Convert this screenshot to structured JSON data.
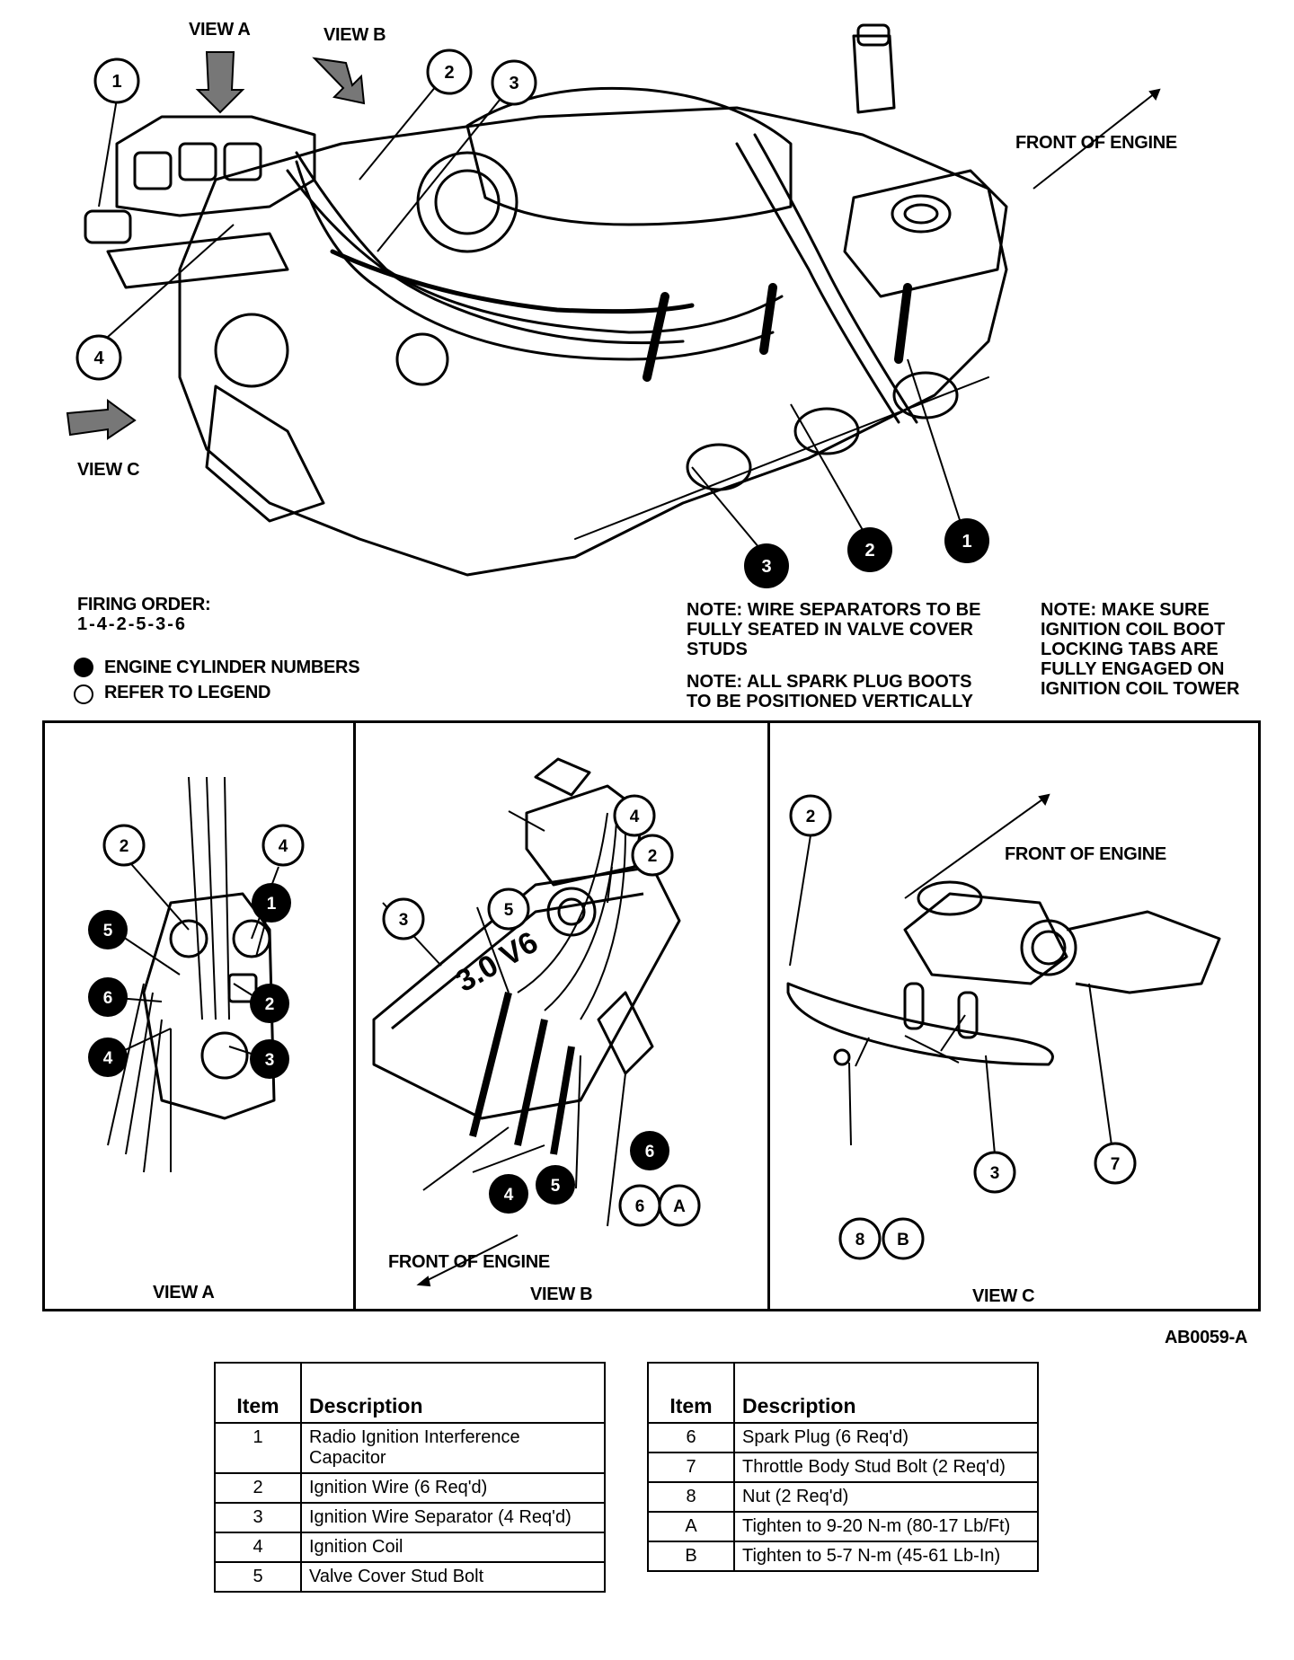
{
  "labels": {
    "view_a": "VIEW A",
    "view_b": "VIEW B",
    "view_c": "VIEW C",
    "front_of_engine": "FRONT OF ENGINE",
    "figure_id": "AB0059-A"
  },
  "firing_order": {
    "title": "FIRING ORDER:",
    "sequence": "1-4-2-5-3-6"
  },
  "key": {
    "filled": "ENGINE CYLINDER NUMBERS",
    "open": "REFER TO LEGEND"
  },
  "notes": {
    "separators": "NOTE: WIRE SEPARATORS TO BE\nFULLY SEATED IN VALVE COVER\nSTUDS",
    "boots": "NOTE: ALL SPARK PLUG BOOTS\nTO BE POSITIONED VERTICALLY",
    "coil": "NOTE: MAKE SURE\nIGNITION COIL BOOT\nLOCKING TABS ARE\nFULLY ENGAGED ON\nIGNITION COIL TOWER"
  },
  "callouts": {
    "c1": "1",
    "c2": "2",
    "c3": "3",
    "c4": "4",
    "c5": "5",
    "c6": "6",
    "c7": "7",
    "c8": "8",
    "cA": "A",
    "cB": "B"
  },
  "engine_text": "3.0 V6",
  "legend_header": {
    "item": "Item",
    "description": "Description"
  },
  "legend_left": [
    {
      "item": "1",
      "description": "Radio Ignition Interference Capacitor"
    },
    {
      "item": "2",
      "description": "Ignition Wire (6 Req'd)"
    },
    {
      "item": "3",
      "description": "Ignition Wire Separator (4 Req'd)"
    },
    {
      "item": "4",
      "description": "Ignition Coil"
    },
    {
      "item": "5",
      "description": "Valve Cover Stud Bolt"
    }
  ],
  "legend_right": [
    {
      "item": "6",
      "description": "Spark Plug (6 Req'd)"
    },
    {
      "item": "7",
      "description": "Throttle Body Stud Bolt (2 Req'd)"
    },
    {
      "item": "8",
      "description": "Nut (2 Req'd)"
    },
    {
      "item": "A",
      "description": "Tighten to 9-20 N-m (80-17 Lb/Ft)"
    },
    {
      "item": "B",
      "description": "Tighten to 5-7 N-m (45-61 Lb-In)"
    }
  ]
}
